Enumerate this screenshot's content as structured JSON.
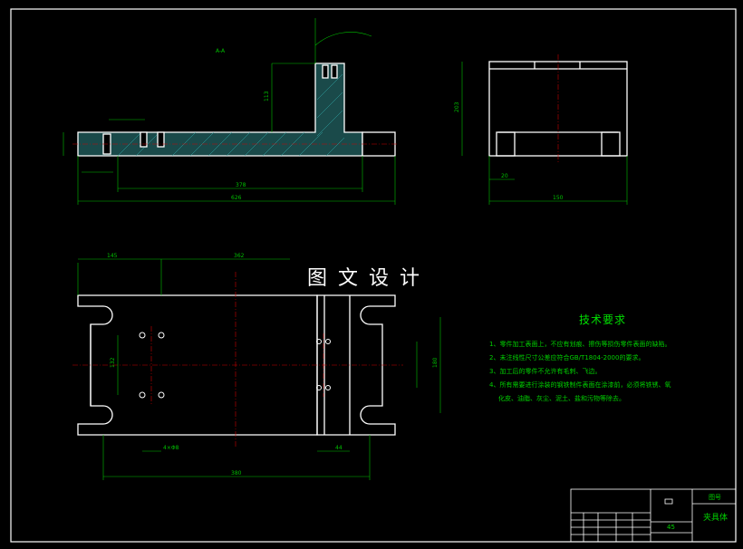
{
  "watermark": "图文设计",
  "tech_requirements": {
    "heading": "技术要求",
    "items": [
      "1、零件加工表面上，不应有划痕、擦伤等损伤零件表面的缺陷。",
      "2、未注线性尺寸公差应符合GB/T1804-2000的要求。",
      "3、加工后的零件不允许有毛刺、飞边。",
      "4、所有需要进行涂装的钢铁制件表面在涂漆前，必须将铁锈、氧",
      "化皮、油脂、灰尘、泥土、盐和污物等除去。"
    ]
  },
  "title_block": {
    "part_name": "夹具体",
    "material_label": "45",
    "header_label": "图号"
  },
  "section_label": "A-A",
  "dimensions": {
    "front_total": "626",
    "front_inner": "378",
    "front_height": "113",
    "side_width": "150",
    "side_height": "203",
    "side_small": "20",
    "plan_left": "145",
    "plan_mid": "362",
    "plan_total": "380",
    "plan_hole_pitch": "4×Φ8",
    "plan_right": "44",
    "plan_h1": "132",
    "plan_h2": "180"
  }
}
